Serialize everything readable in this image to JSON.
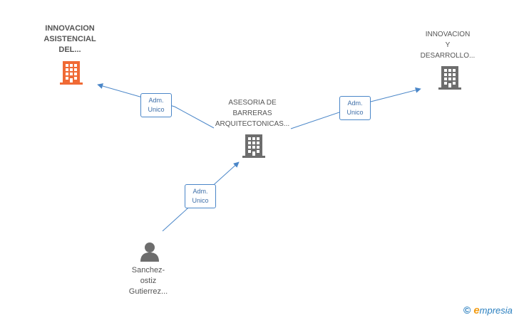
{
  "nodes": {
    "innovacion_asistencial": {
      "label": "INNOVACION\nASISTENCIAL\nDEL...",
      "color": "#f06a35"
    },
    "innovacion_desarrollo": {
      "label": "INNOVACION\nY\nDESARROLLO...",
      "color": "#6d6d6d"
    },
    "asesoria": {
      "label": "ASESORIA DE\nBARRERAS\nARQUITECTONICAS...",
      "color": "#6d6d6d"
    },
    "sanchez": {
      "label": "Sanchez-\nostiz\nGutierrez...",
      "color": "#6d6d6d"
    }
  },
  "edges": [
    {
      "line1": "Adm.",
      "line2": "Unico"
    },
    {
      "line1": "Adm.",
      "line2": "Unico"
    },
    {
      "line1": "Adm.",
      "line2": "Unico"
    }
  ],
  "colors": {
    "edge": "#4a86c8"
  },
  "brand": {
    "copyright": "©",
    "e": "e",
    "rest": "mpresia"
  }
}
